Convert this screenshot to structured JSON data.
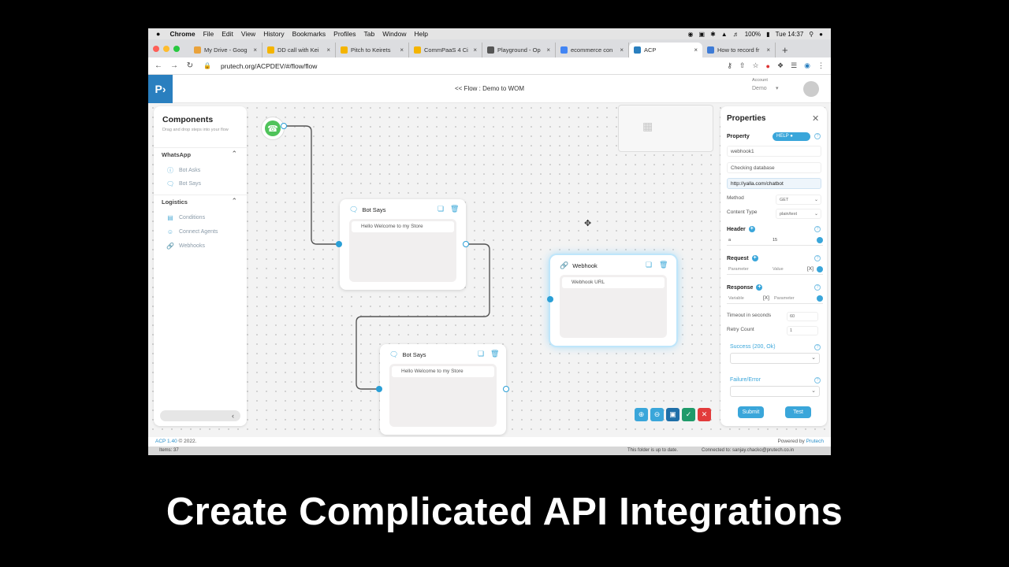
{
  "menubar": {
    "app": "Chrome",
    "items": [
      "File",
      "Edit",
      "View",
      "History",
      "Bookmarks",
      "Profiles",
      "Tab",
      "Window",
      "Help"
    ],
    "battery": "100%",
    "clock": "Tue 14:37"
  },
  "tabs": [
    {
      "title": "My Drive - Goog",
      "color": "#e9a23b"
    },
    {
      "title": "DD call with Kei",
      "color": "#f4b400"
    },
    {
      "title": "Pitch to Keirets",
      "color": "#f4b400"
    },
    {
      "title": "CommPaaS 4 Ci",
      "color": "#f4b400"
    },
    {
      "title": "Playground - Op",
      "color": "#555555"
    },
    {
      "title": "ecommerce con",
      "color": "#4285f4"
    },
    {
      "title": "ACP",
      "color": "#2a7fbf"
    },
    {
      "title": "How to record fr",
      "color": "#3e7bd6"
    }
  ],
  "address": {
    "url": "prutech.org/ACPDEV/#/flow/flow"
  },
  "header": {
    "flow_title": "<< Flow : Demo to WOM",
    "account_label": "Account",
    "account_name": "Demo"
  },
  "components": {
    "title": "Components",
    "subtitle": "Drag and drop steps into your flow",
    "sections": [
      {
        "label": "WhatsApp",
        "items": [
          "Bot Asks",
          "Bot Says"
        ]
      },
      {
        "label": "Logistics",
        "items": [
          "Conditions",
          "Connect Agents",
          "Webhooks"
        ]
      }
    ]
  },
  "nodes": [
    {
      "title": "Bot Says",
      "message": "Hello Welcome to my Store"
    },
    {
      "title": "Bot Says",
      "message": "Hello Welcome to my Store"
    },
    {
      "title": "Webhook",
      "message": "Webhook URL"
    }
  ],
  "properties": {
    "title": "Properties",
    "property_label": "Property",
    "help_label": "HELP",
    "name_value": "webhook1",
    "description_value": "Checking database",
    "url_value": "http://yalla.com/chatbot",
    "method_label": "Method",
    "method_value": "GET",
    "content_type_label": "Content Type",
    "content_type_value": "plain/text",
    "header_label": "Header",
    "header_key": "a",
    "header_value": "15",
    "request_label": "Request",
    "request_param": "Parameter",
    "request_value": "Value",
    "response_label": "Response",
    "response_var": "Variable",
    "response_param": "Parameter",
    "x_token": "[X]",
    "timeout_label": "Timeout in seconds",
    "timeout_value": "60",
    "retry_label": "Retry Count",
    "retry_value": "1",
    "success_label": "Success (200, Ok)",
    "failure_label": "Failure/Error",
    "submit_label": "Submit",
    "test_label": "Test"
  },
  "footer": {
    "version": "ACP 1.40",
    "copyright": "© 2022.",
    "powered": "Powered by",
    "brand": "Prutech"
  },
  "statusbar": {
    "items": "Items: 37",
    "sync": "This folder is up to date.",
    "connected": "Connected to: sanjay.chacko@prutech.co.in"
  },
  "caption": "Create Complicated API Integrations",
  "colors": {
    "accent": "#2a9fd6",
    "whatsapp": "#4fc35a"
  }
}
